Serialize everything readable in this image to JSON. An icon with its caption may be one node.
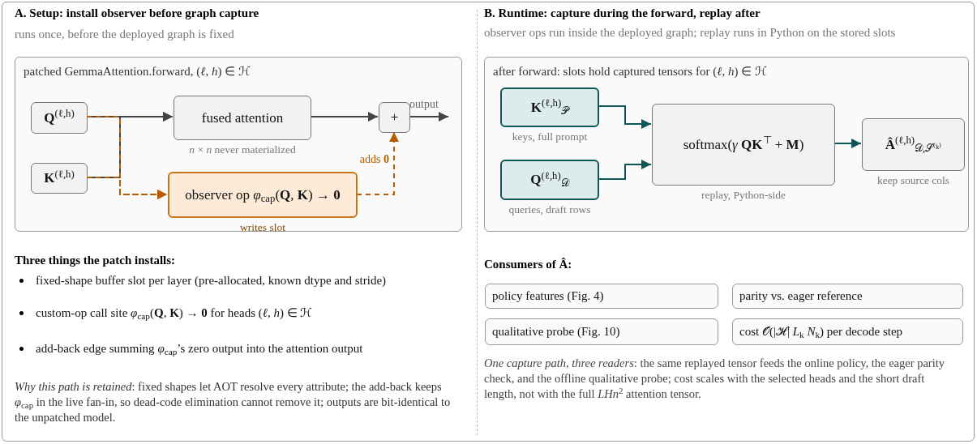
{
  "diagram": {
    "nodes": [
      {
        "text": [
          "patched GemmaAttention.forward, (*ℓ*, *h*) ∈ ℋ"
        ]
      },
      {
        "text": [
          "**Q**$^{(ℓ,h)}$"
        ],
        "in": 0
      },
      {
        "text": [
          "fused attention"
        ],
        "in": 0,
        "beside": [
          "*n* × *n* never materialized"
        ]
      },
      {
        "text": [
          "+"
        ],
        "in": 0
      },
      {
        "text": [
          "**K**$^{(ℓ,h)}$"
        ],
        "in": 0
      },
      {
        "text": [
          "observer op *φ*$_{cap}$(**Q**, **K**) → **0**"
        ],
        "in": 0,
        "beside": [
          "writes slot"
        ]
      },
      {
        "text": [
          "after forward: slots hold captured tensors for (*ℓ*, *h*) ∈ ℋ"
        ]
      },
      {
        "text": [
          "**K**$^{(ℓ,h)}$$_{𝒫}$"
        ],
        "in": 6,
        "beside": [
          "keys, full prompt"
        ]
      },
      {
        "text": [
          "**Q**$^{(ℓ,h)}$$_{𝒟}$"
        ],
        "in": 6,
        "beside": [
          "queries, draft rows"
        ]
      },
      {
        "text": [
          "softmax(*γ* **QK**$^{⊤}$ + **M**)"
        ],
        "in": 6,
        "beside": [
          "replay, Python-side"
        ]
      },
      {
        "text": [
          "**Â**$^{(ℓ,h)}$$_{𝒟,𝒮⁽ᵏ⁾}$"
        ],
        "in": 6,
        "beside": [
          "keep source cols"
        ]
      },
      {
        "text": [
          "policy features (Fig. 4)"
        ]
      },
      {
        "text": [
          "parity vs. eager reference"
        ]
      },
      {
        "text": [
          "qualitative probe (Fig. 10)"
        ]
      },
      {
        "text": [
          "cost 𝒪(|ℋ| *L*$_{k}$ *N*$_{k}$) per decode step"
        ]
      }
    ],
    "edges": [
      {
        "from": 1,
        "to": 2,
        "arrow": "to"
      },
      {
        "from": 4,
        "to": 2,
        "arrow": "to"
      },
      {
        "from": 1,
        "to": 5,
        "arrow": "to",
        "style": "dashed",
        "color": "#b35c00"
      },
      {
        "from": 4,
        "to": 5,
        "arrow": "to",
        "style": "dashed",
        "color": "#b35c00"
      },
      {
        "from": 2,
        "to": 3,
        "arrow": "to"
      },
      {
        "from": 5,
        "to": 3,
        "arrow": "to",
        "style": "dashed",
        "color": "#b35c00",
        "label": "adds **0**"
      },
      {
        "from": 3,
        "to": null,
        "arrow": "to",
        "label": "output"
      },
      {
        "from": 7,
        "to": 9,
        "arrow": "to",
        "color": "#0e5555"
      },
      {
        "from": 8,
        "to": 9,
        "arrow": "to",
        "color": "#0e5555"
      },
      {
        "from": 9,
        "to": 10,
        "arrow": "to",
        "color": "#0e5555"
      }
    ],
    "labels": [
      "A. Setup: install observer before graph capture",
      "runs once, before the deployed graph is fixed",
      "B. Runtime: capture during the forward, replay after",
      "observer ops run inside the deployed graph; replay runs in Python on the stored slots",
      "Three things the patch installs:",
      "fixed-shape buffer slot per layer (pre-allocated, known dtype and stride)",
      "custom-op call site *φ*$_{cap}$(**Q**, **K**) → **0** for heads (*ℓ*, *h*) ∈ ℋ",
      "add-back edge summing *φ*$_{cap}$’s zero output into the attention output",
      "*Why this path is retained*: fixed shapes let AOT resolve every attribute; the add-back keeps *φ*$_{cap}$ in the live fan-in, so dead-code elimination cannot remove it; outputs are bit-identical to the unpatched model.",
      "Consumers of **Â**:",
      "*One capture path, three readers*: the same replayed tensor feeds the online policy, the eager parity check, and the offline qualitative probe; cost scales with the selected heads and the short draft length, not with the full *LHn*$^{2}$ attention tensor."
    ]
  }
}
